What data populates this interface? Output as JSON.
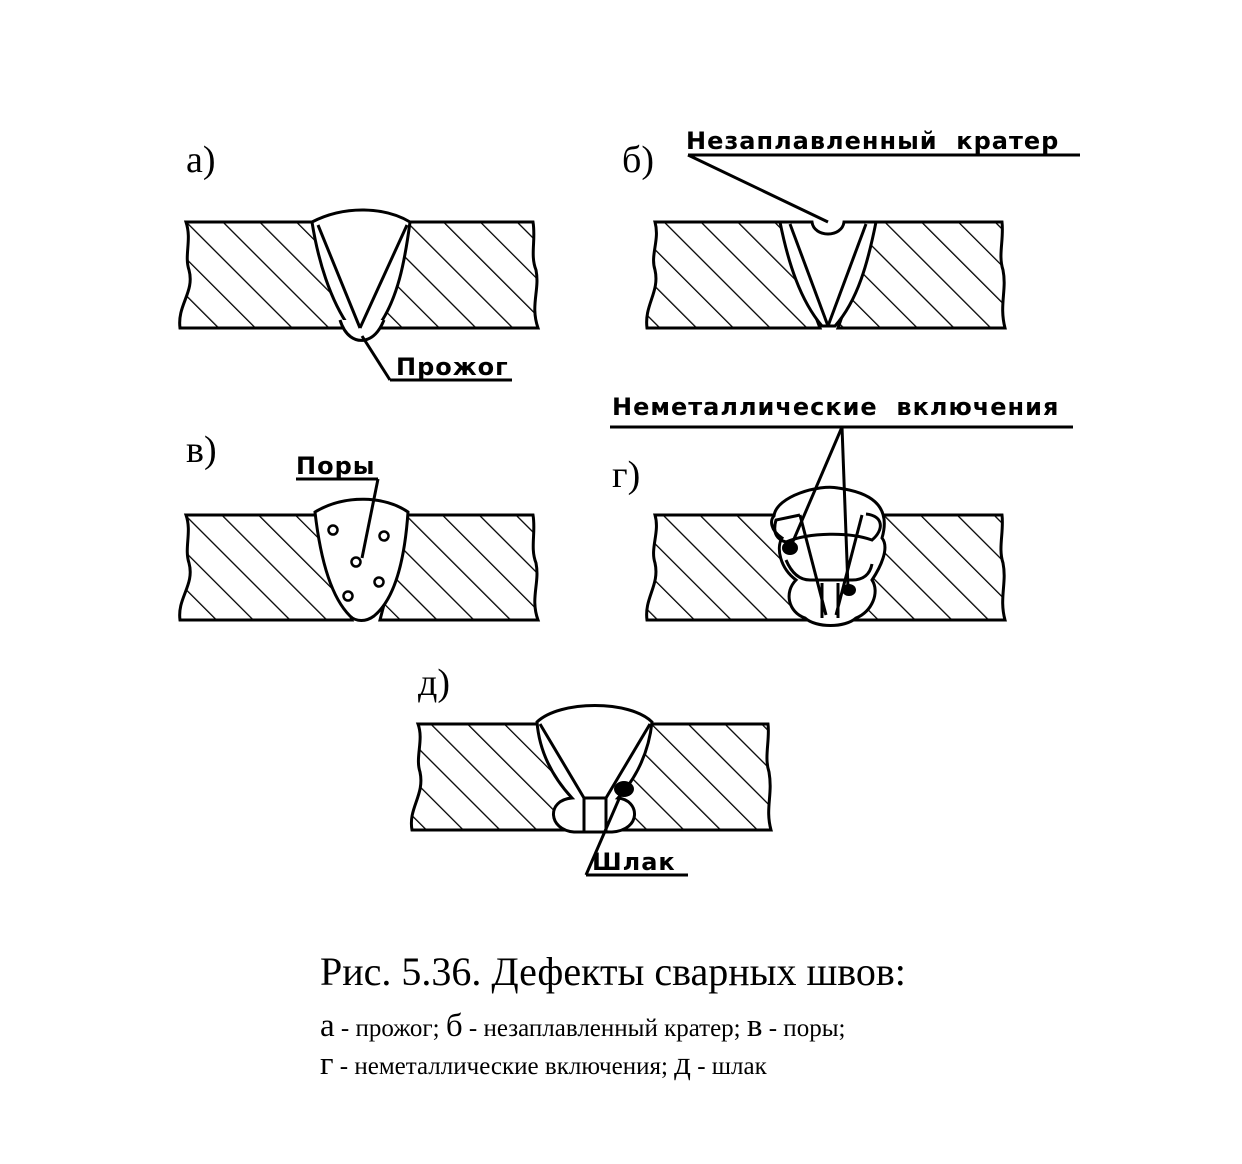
{
  "panels": {
    "a": {
      "letter": "а)",
      "callout": "Прожог"
    },
    "b": {
      "letter": "б)",
      "callout": "Незаплавленный  кратер"
    },
    "v": {
      "letter": "в)",
      "callout": "Поры"
    },
    "g": {
      "letter": "г)",
      "callout": "Неметаллические  включения"
    },
    "d": {
      "letter": "д)",
      "callout": "Шлак"
    }
  },
  "caption": {
    "title": "Рис. 5.36. Дефекты сварных швов:",
    "line1": [
      {
        "key": "а",
        "text": " - прожог; "
      },
      {
        "key": "б",
        "text": " - незаплавленный кратер; "
      },
      {
        "key": "в",
        "text": " - поры;"
      }
    ],
    "line2": [
      {
        "key": "г",
        "text": " - неметаллические включения; "
      },
      {
        "key": "д",
        "text": " - шлак"
      }
    ]
  }
}
